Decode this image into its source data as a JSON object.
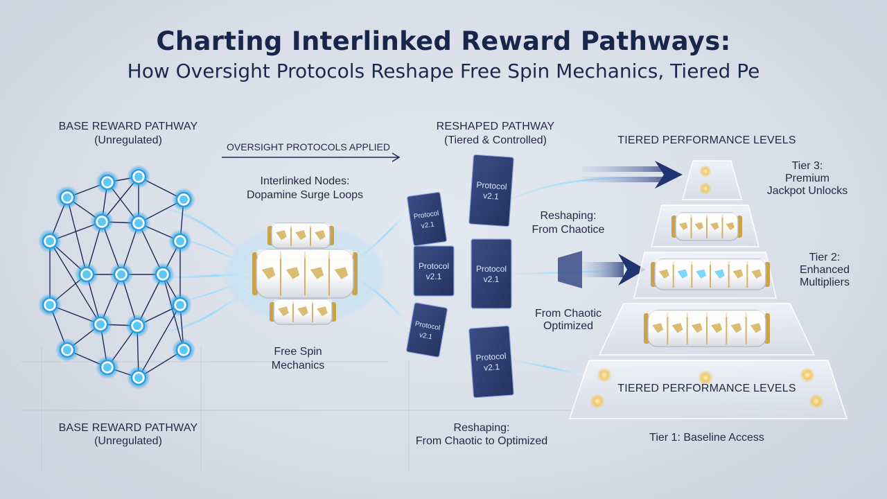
{
  "title": "Charting Interlinked Reward Pathways:",
  "subtitle": "How Oversight Protocols Reshape Free Spin Mechanics, Tiered Pe",
  "base_pathway": {
    "heading": "BASE REWARD PATHWAY",
    "sub": "(Unregulated)"
  },
  "base_pathway_bottom": {
    "heading": "BASE REWARD PATHWAY",
    "sub": "(Unregulated)"
  },
  "oversight_arrow_label": "OVERSIGHT PROTOCOLS APPLIED",
  "interlinked_nodes": {
    "line1": "Interlinked Nodes:",
    "line2": "Dopamine Surge Loops"
  },
  "free_spin": {
    "line1": "Free Spin",
    "line2": "Mechanics"
  },
  "reshaped_pathway": {
    "heading": "RESHAPED PATHWAY",
    "sub": "(Tiered & Controlled)"
  },
  "protocol_panels": [
    "Protocol v2.1",
    "Protocol v2.1",
    "Protocol v2.1",
    "Protocol v2.1",
    "Protocol v2.1",
    "Protocol v2.1"
  ],
  "reshaping_mid": {
    "line1": "Reshaping:",
    "line2": "From Chaotice"
  },
  "chaotic_optimized": {
    "line1": "From Chaotic",
    "line2": "Optimized"
  },
  "reshaping_bottom": {
    "line1": "Reshaping:",
    "line2": "From Chaotic to Optimized"
  },
  "tiers_heading": "TIERED PERFORMANCE LEVELS",
  "tier_base_label": "TIERED PERFORMANCE LEVELS",
  "tier3": {
    "line1": "Tier 3:",
    "line2": "Premium",
    "line3": "Jackpot Unlocks"
  },
  "tier2": {
    "line1": "Tier 2:",
    "line2": "Enhanced",
    "line3": "Multipliers"
  },
  "tier1": "Tier 1: Baseline Access",
  "colors": {
    "navy": "#1b2a55",
    "node_glow": "#4fc3f7",
    "gold": "#d9b25a",
    "panel": "#2f3f72"
  }
}
